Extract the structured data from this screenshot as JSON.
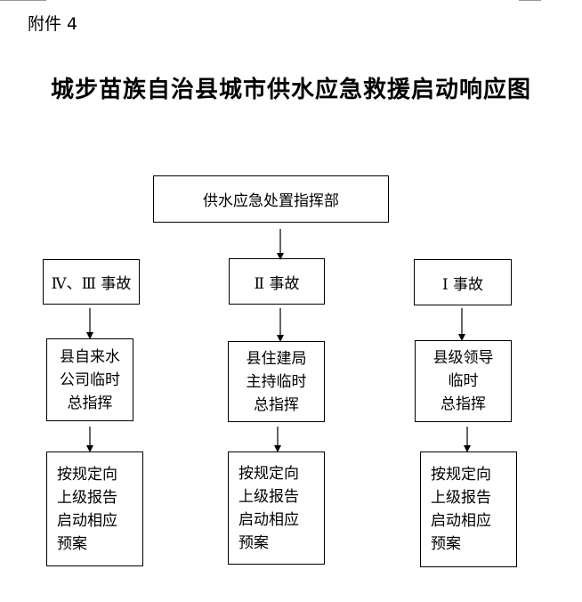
{
  "attachment_label": "附件 4",
  "title": "城步苗族自治县城市供水应急救援启动响应图",
  "command_center": "供水应急处置指挥部",
  "levels": [
    {
      "event": "Ⅳ、Ⅲ 事故",
      "commander_lines": [
        "县自来水",
        "公司临时",
        "总指挥"
      ],
      "action_lines": [
        "按规定向",
        "上级报告",
        "启动相应",
        "预案"
      ]
    },
    {
      "event": "Ⅱ 事故",
      "commander_lines": [
        "县住建局",
        "主持临时",
        "总指挥"
      ],
      "action_lines": [
        "按规定向",
        "上级报告",
        "启动相应",
        "预案"
      ]
    },
    {
      "event": "Ⅰ 事故",
      "commander_lines": [
        "县级领导",
        "临时",
        "总指挥"
      ],
      "action_lines": [
        "按规定向",
        "上级报告",
        "启动相应",
        "预案"
      ]
    }
  ]
}
